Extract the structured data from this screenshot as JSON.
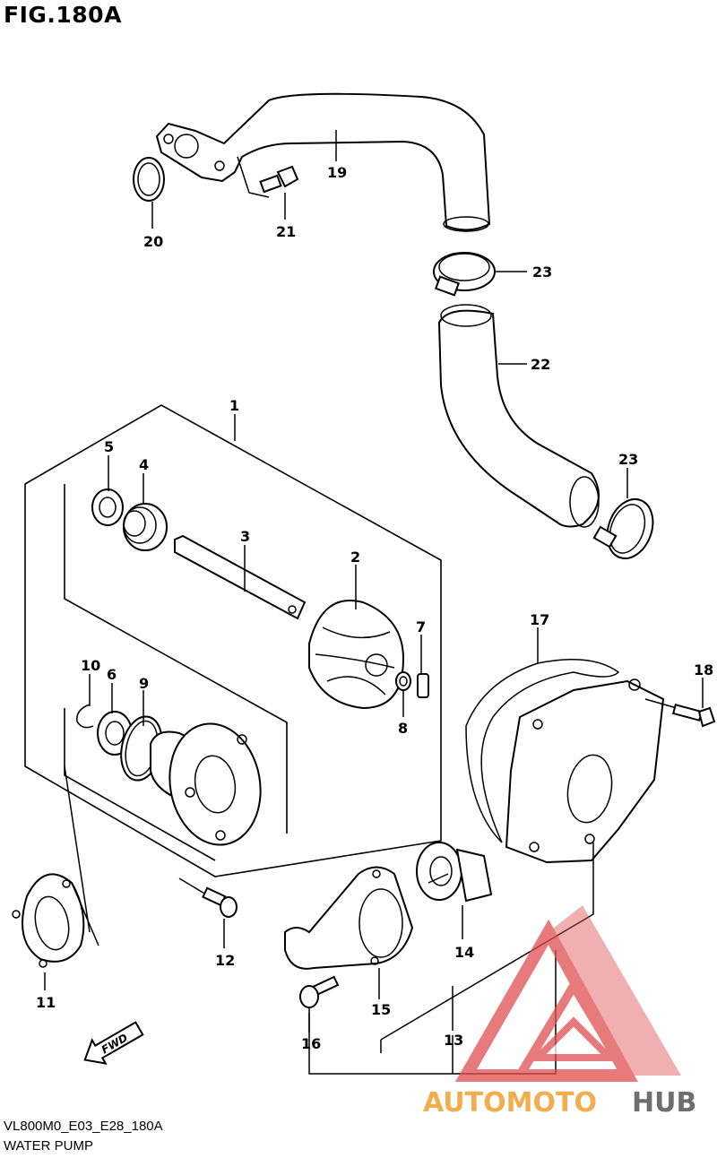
{
  "figure": {
    "title": "FIG.180A"
  },
  "footer": {
    "code": "VL800M0_E03_E28_180A",
    "name": "WATER PUMP"
  },
  "fwd_label": "FWD",
  "watermark": {
    "text_a": "AUTOMOTO",
    "text_b": "HUB",
    "color_a": "#f0a030",
    "color_b": "#555555",
    "logo_color": "#e05050"
  },
  "callouts": {
    "p1": "1",
    "p2": "2",
    "p3": "3",
    "p4": "4",
    "p5": "5",
    "p6": "6",
    "p7": "7",
    "p8": "8",
    "p9": "9",
    "p10": "10",
    "p11": "11",
    "p12": "12",
    "p13": "13",
    "p14": "14",
    "p15": "15",
    "p16": "16",
    "p17": "17",
    "p18": "18",
    "p19": "19",
    "p20": "20",
    "p21": "21",
    "p22": "22",
    "p23a": "23",
    "p23b": "23"
  }
}
